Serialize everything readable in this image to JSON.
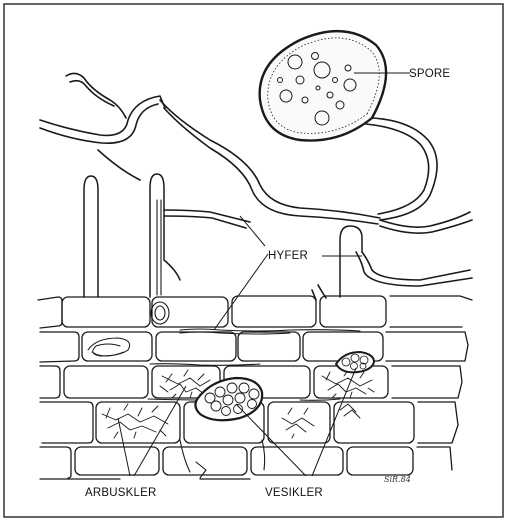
{
  "labels": {
    "spore": "SPORE",
    "hyfer": "HYFER",
    "arbuskler": "ARBUSKLER",
    "vesikler": "VESIKLER"
  },
  "signature": "SiR.84",
  "colors": {
    "ink": "#1a1a1a",
    "paper": "#ffffff",
    "frame": "#333333"
  }
}
